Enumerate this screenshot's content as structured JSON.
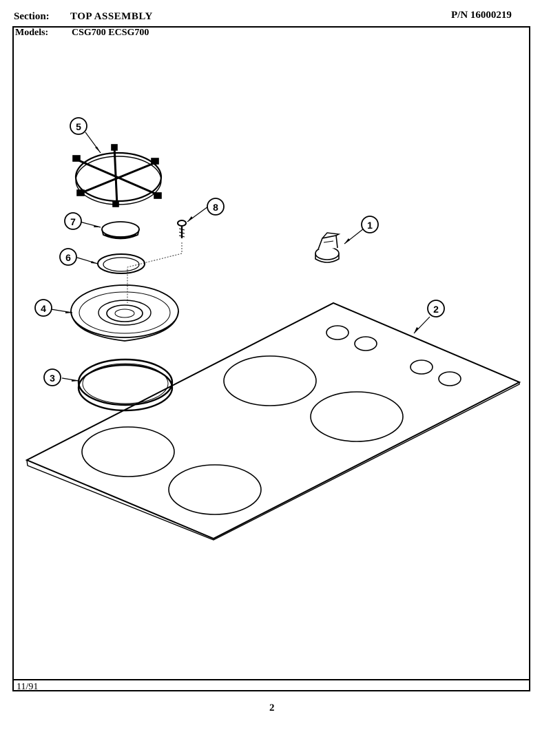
{
  "header": {
    "section_label": "Section:",
    "section_value": "TOP ASSEMBLY",
    "part_number": "P/N 16000219",
    "models_label": "Models:",
    "models_value": "CSG700  ECSG700"
  },
  "callouts": [
    "1",
    "2",
    "3",
    "4",
    "5",
    "6",
    "7",
    "8"
  ],
  "footer": {
    "date": "11/91",
    "page_number": "2"
  }
}
